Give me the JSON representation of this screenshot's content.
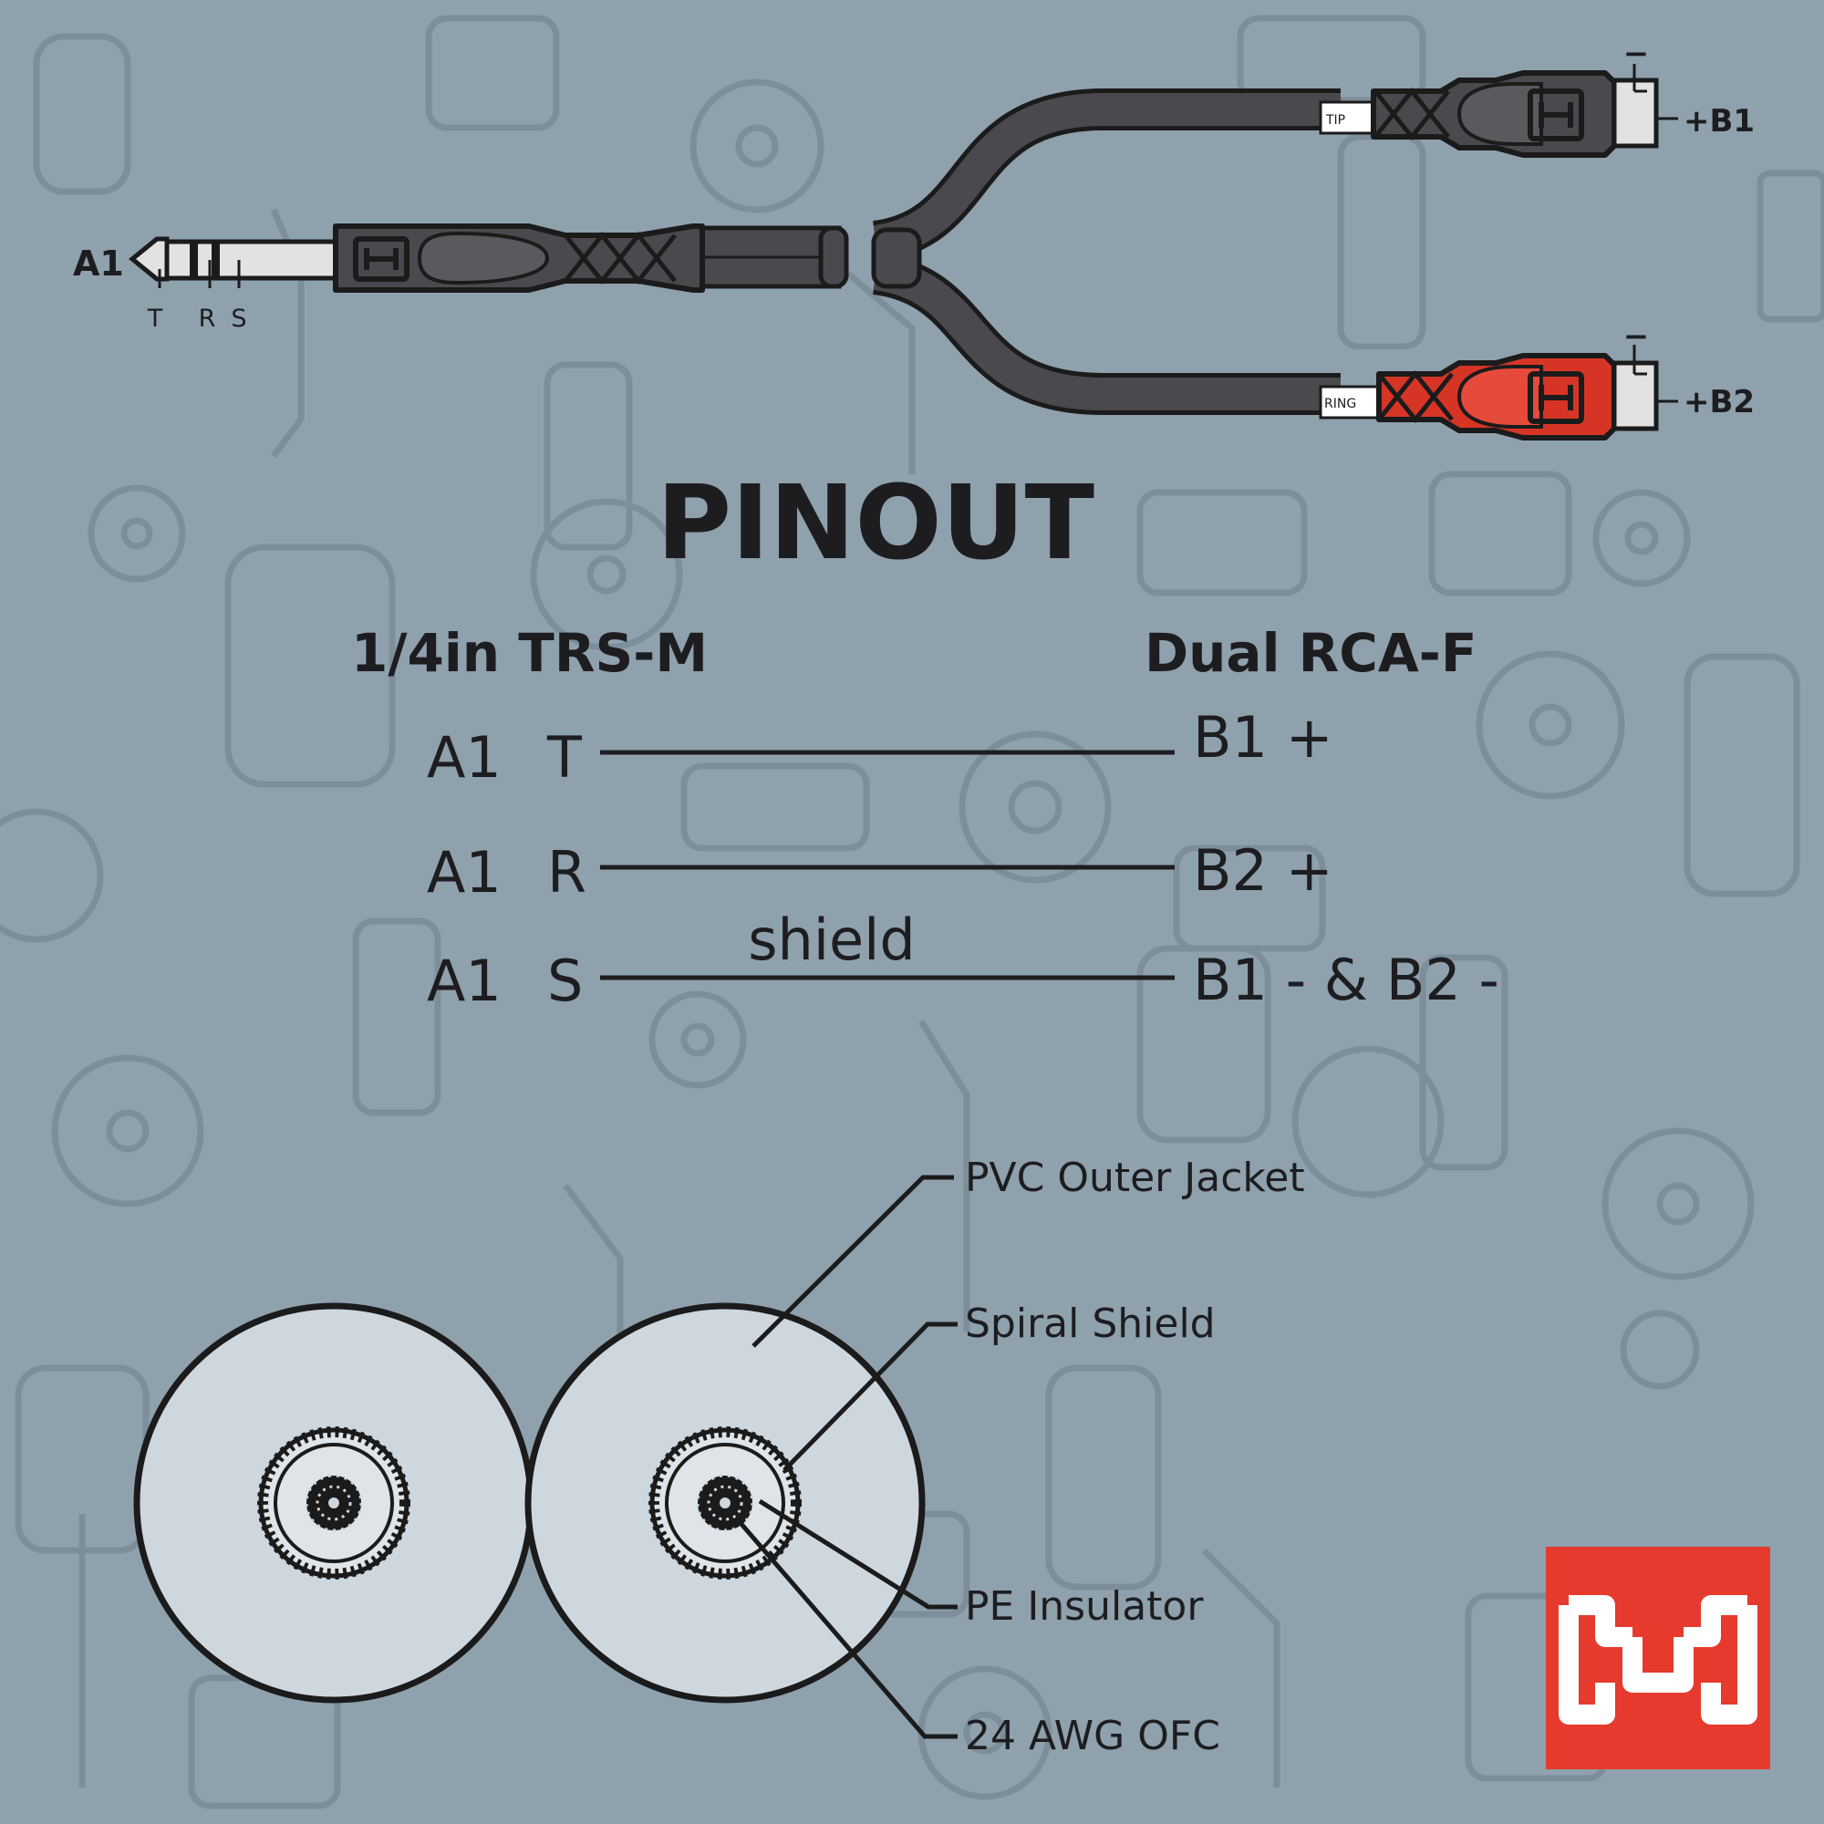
{
  "cable": {
    "left_end": "A1",
    "trs_labels": [
      "T",
      "R",
      "S"
    ],
    "tag_tip": "TIP",
    "tag_ring": "RING",
    "b1_label": "+B1",
    "b2_label": "+B2",
    "minus": "−"
  },
  "title": "PINOUT",
  "headers": {
    "left": "1/4in TRS-M",
    "right": "Dual RCA-F"
  },
  "pinout": [
    {
      "left_a": "A1",
      "left_b": "T",
      "right": "B1  +"
    },
    {
      "left_a": "A1",
      "left_b": "R",
      "right": "B2  +"
    },
    {
      "left_a": "A1",
      "left_b": "S",
      "right": "B1 - & B2 -"
    }
  ],
  "shield_label": "shield",
  "cross_section": {
    "labels": [
      "PVC Outer Jacket",
      "Spiral Shield",
      "PE Insulator",
      "24 AWG OFC"
    ]
  },
  "colors": {
    "background": "#8fa1ad",
    "connector_dark": "#4a4a4e",
    "connector_red": "#d63526",
    "logo": "#e53a2d"
  }
}
